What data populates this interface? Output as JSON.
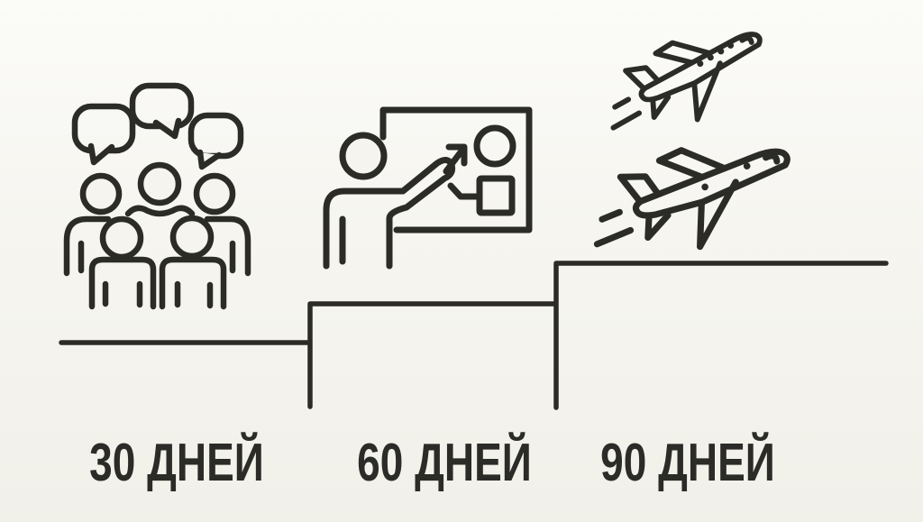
{
  "colors": {
    "background": "#f5f4ee",
    "line": "#2b2c27",
    "text": "#2b2c27"
  },
  "diagram": {
    "type": "staircase-progress-timeline",
    "steps": [
      {
        "label": "30 ДНЕЙ",
        "icon": "people-discussion-icon"
      },
      {
        "label": "60 ДНЕЙ",
        "icon": "presentation-chart-icon"
      },
      {
        "label": "90 ДНЕЙ",
        "icon": "airplanes-takeoff-icon"
      }
    ]
  }
}
